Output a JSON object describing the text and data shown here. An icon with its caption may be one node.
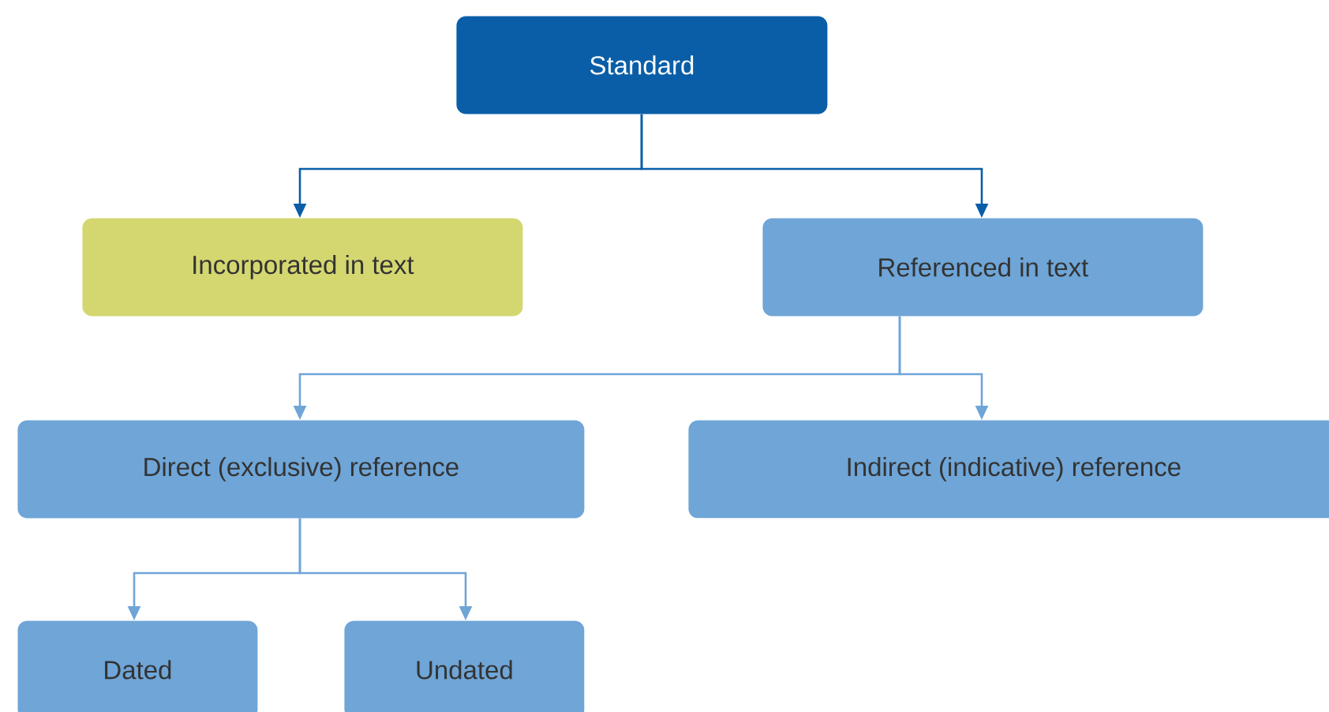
{
  "diagram": {
    "nodes": [
      {
        "text": [
          "Standard"
        ]
      },
      {
        "text": [
          "Incorporated in text"
        ]
      },
      {
        "text": [
          "Referenced in text"
        ]
      },
      {
        "text": [
          "Direct (exclusive) reference"
        ]
      },
      {
        "text": [
          "Indirect (indicative) reference"
        ]
      },
      {
        "text": [
          "Dated"
        ]
      },
      {
        "text": [
          "Undated"
        ]
      }
    ],
    "edges": [
      {
        "from": 0,
        "to": 1,
        "arrow": "to",
        "color": "#0a5ea8"
      },
      {
        "from": 0,
        "to": 2,
        "arrow": "to",
        "color": "#0a5ea8"
      },
      {
        "from": 2,
        "to": 3,
        "arrow": "to"
      },
      {
        "from": 2,
        "to": 4,
        "arrow": "to"
      },
      {
        "from": 3,
        "to": 5,
        "arrow": "to"
      },
      {
        "from": 3,
        "to": 6,
        "arrow": "to"
      }
    ]
  }
}
